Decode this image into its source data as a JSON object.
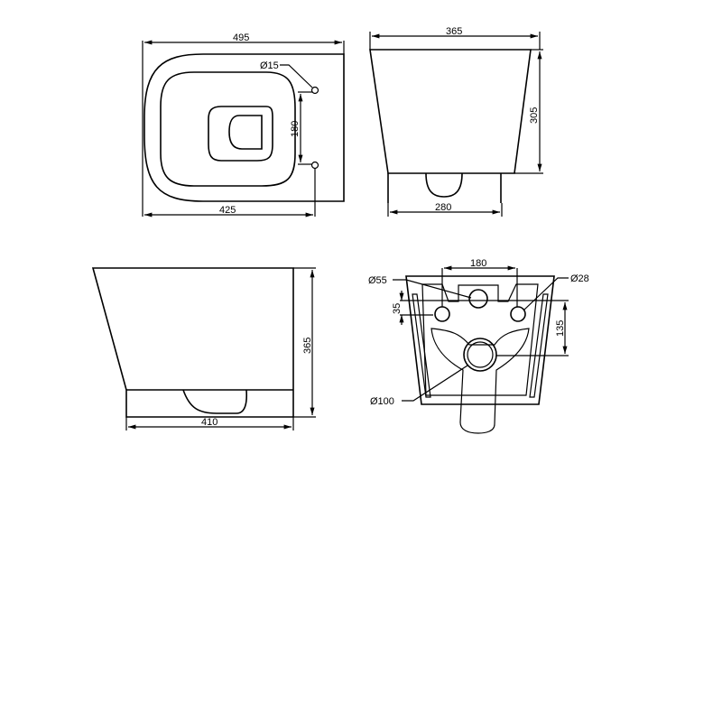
{
  "top_view": {
    "overall_width": "495",
    "fixing_hole_diameter": "Ø15",
    "fixing_hole_spacing": "180",
    "front_to_hole": "425"
  },
  "front_view": {
    "top_width": "365",
    "height": "305",
    "bottom_width": "280"
  },
  "side_view": {
    "height": "365",
    "depth": "410"
  },
  "back_view": {
    "hole_spacing": "180",
    "inlet_diameter": "Ø55",
    "fixing_diameter": "Ø28",
    "inlet_offset": "35",
    "outlet_height": "135",
    "outlet_diameter": "Ø100"
  },
  "colors": {
    "line": "#000000",
    "background": "#ffffff"
  }
}
